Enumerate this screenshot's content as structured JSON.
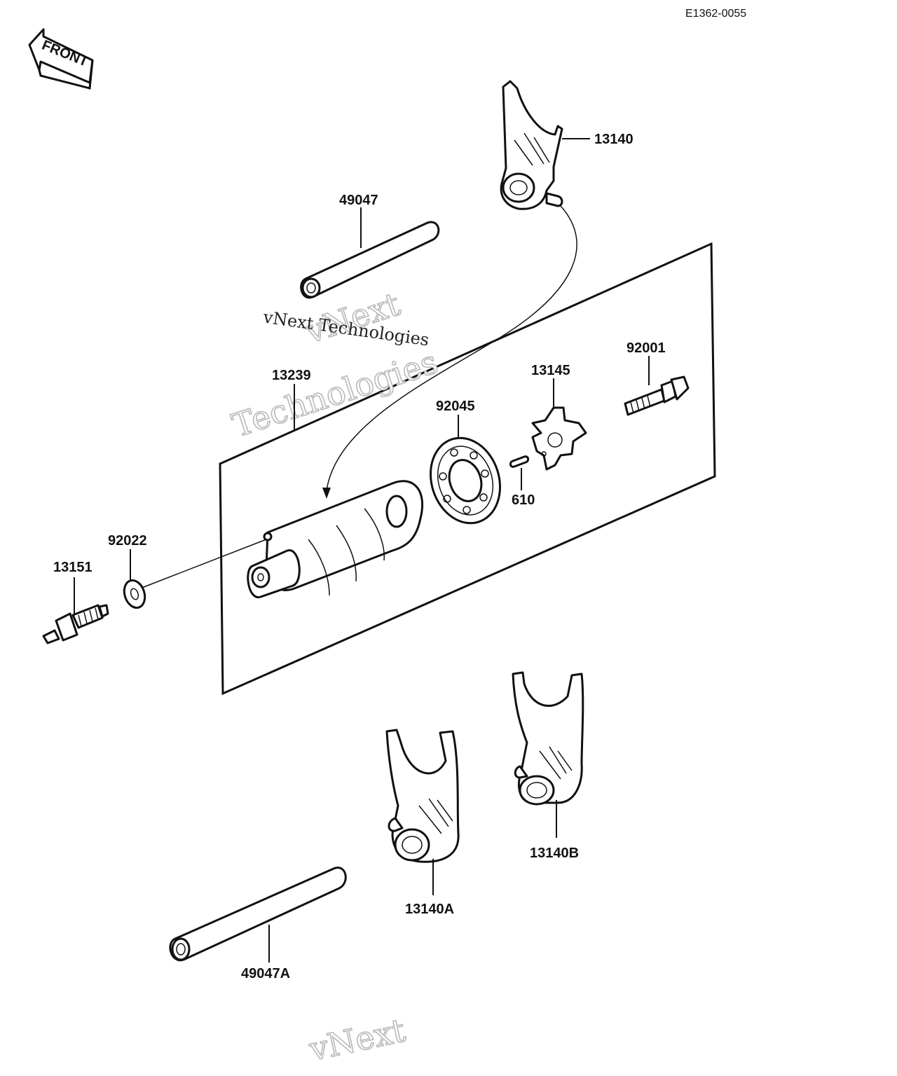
{
  "diagram_code": "E1362-0055",
  "front_label": "FRONT",
  "watermarks": {
    "brand": "vNext",
    "company": "Technologies",
    "full": "vNext Technologies",
    "bottom": "vNext"
  },
  "parts": {
    "fork_top": "13140",
    "shaft_top": "49047",
    "drum": "13239",
    "bearing": "92045",
    "star": "13145",
    "pin": "610",
    "bolt": "92001",
    "washer": "92022",
    "switch": "13151",
    "fork_a": "13140A",
    "fork_b": "13140B",
    "shaft_bottom": "49047A"
  }
}
